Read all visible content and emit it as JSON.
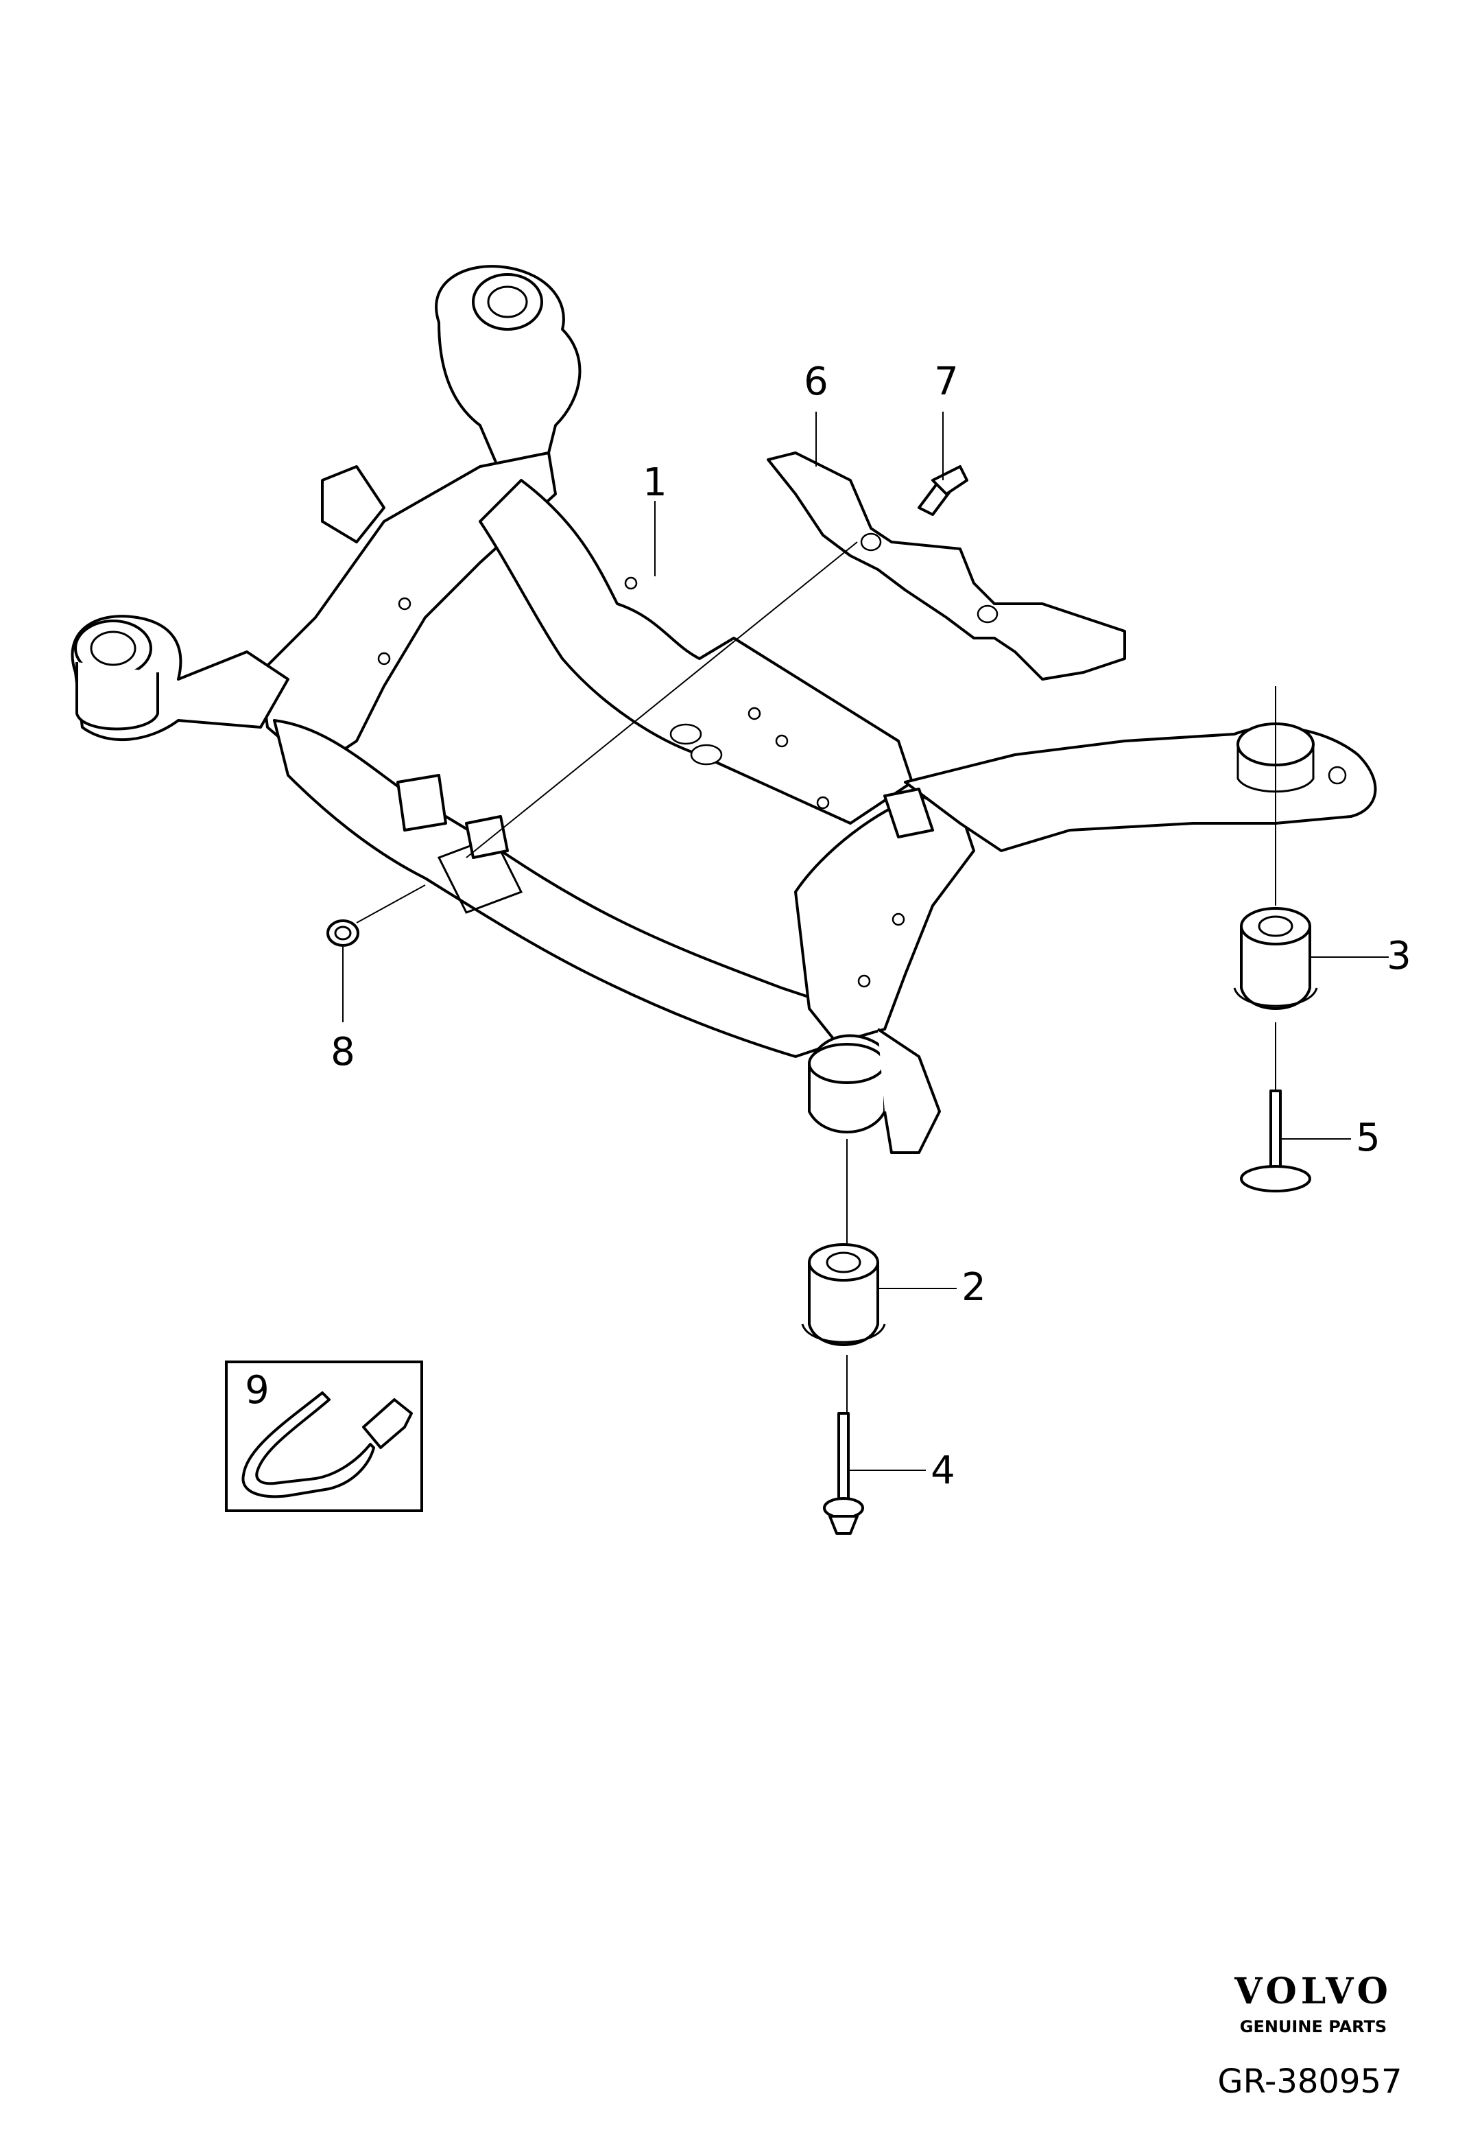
{
  "callouts": [
    {
      "id": "1",
      "label": "1"
    },
    {
      "id": "2",
      "label": "2"
    },
    {
      "id": "3",
      "label": "3"
    },
    {
      "id": "4",
      "label": "4"
    },
    {
      "id": "5",
      "label": "5"
    },
    {
      "id": "6",
      "label": "6"
    },
    {
      "id": "7",
      "label": "7"
    },
    {
      "id": "8",
      "label": "8"
    },
    {
      "id": "9",
      "label": "9"
    }
  ],
  "brand": {
    "name": "VOLVO",
    "tagline": "GENUINE PARTS"
  },
  "reference": "GR-380957"
}
